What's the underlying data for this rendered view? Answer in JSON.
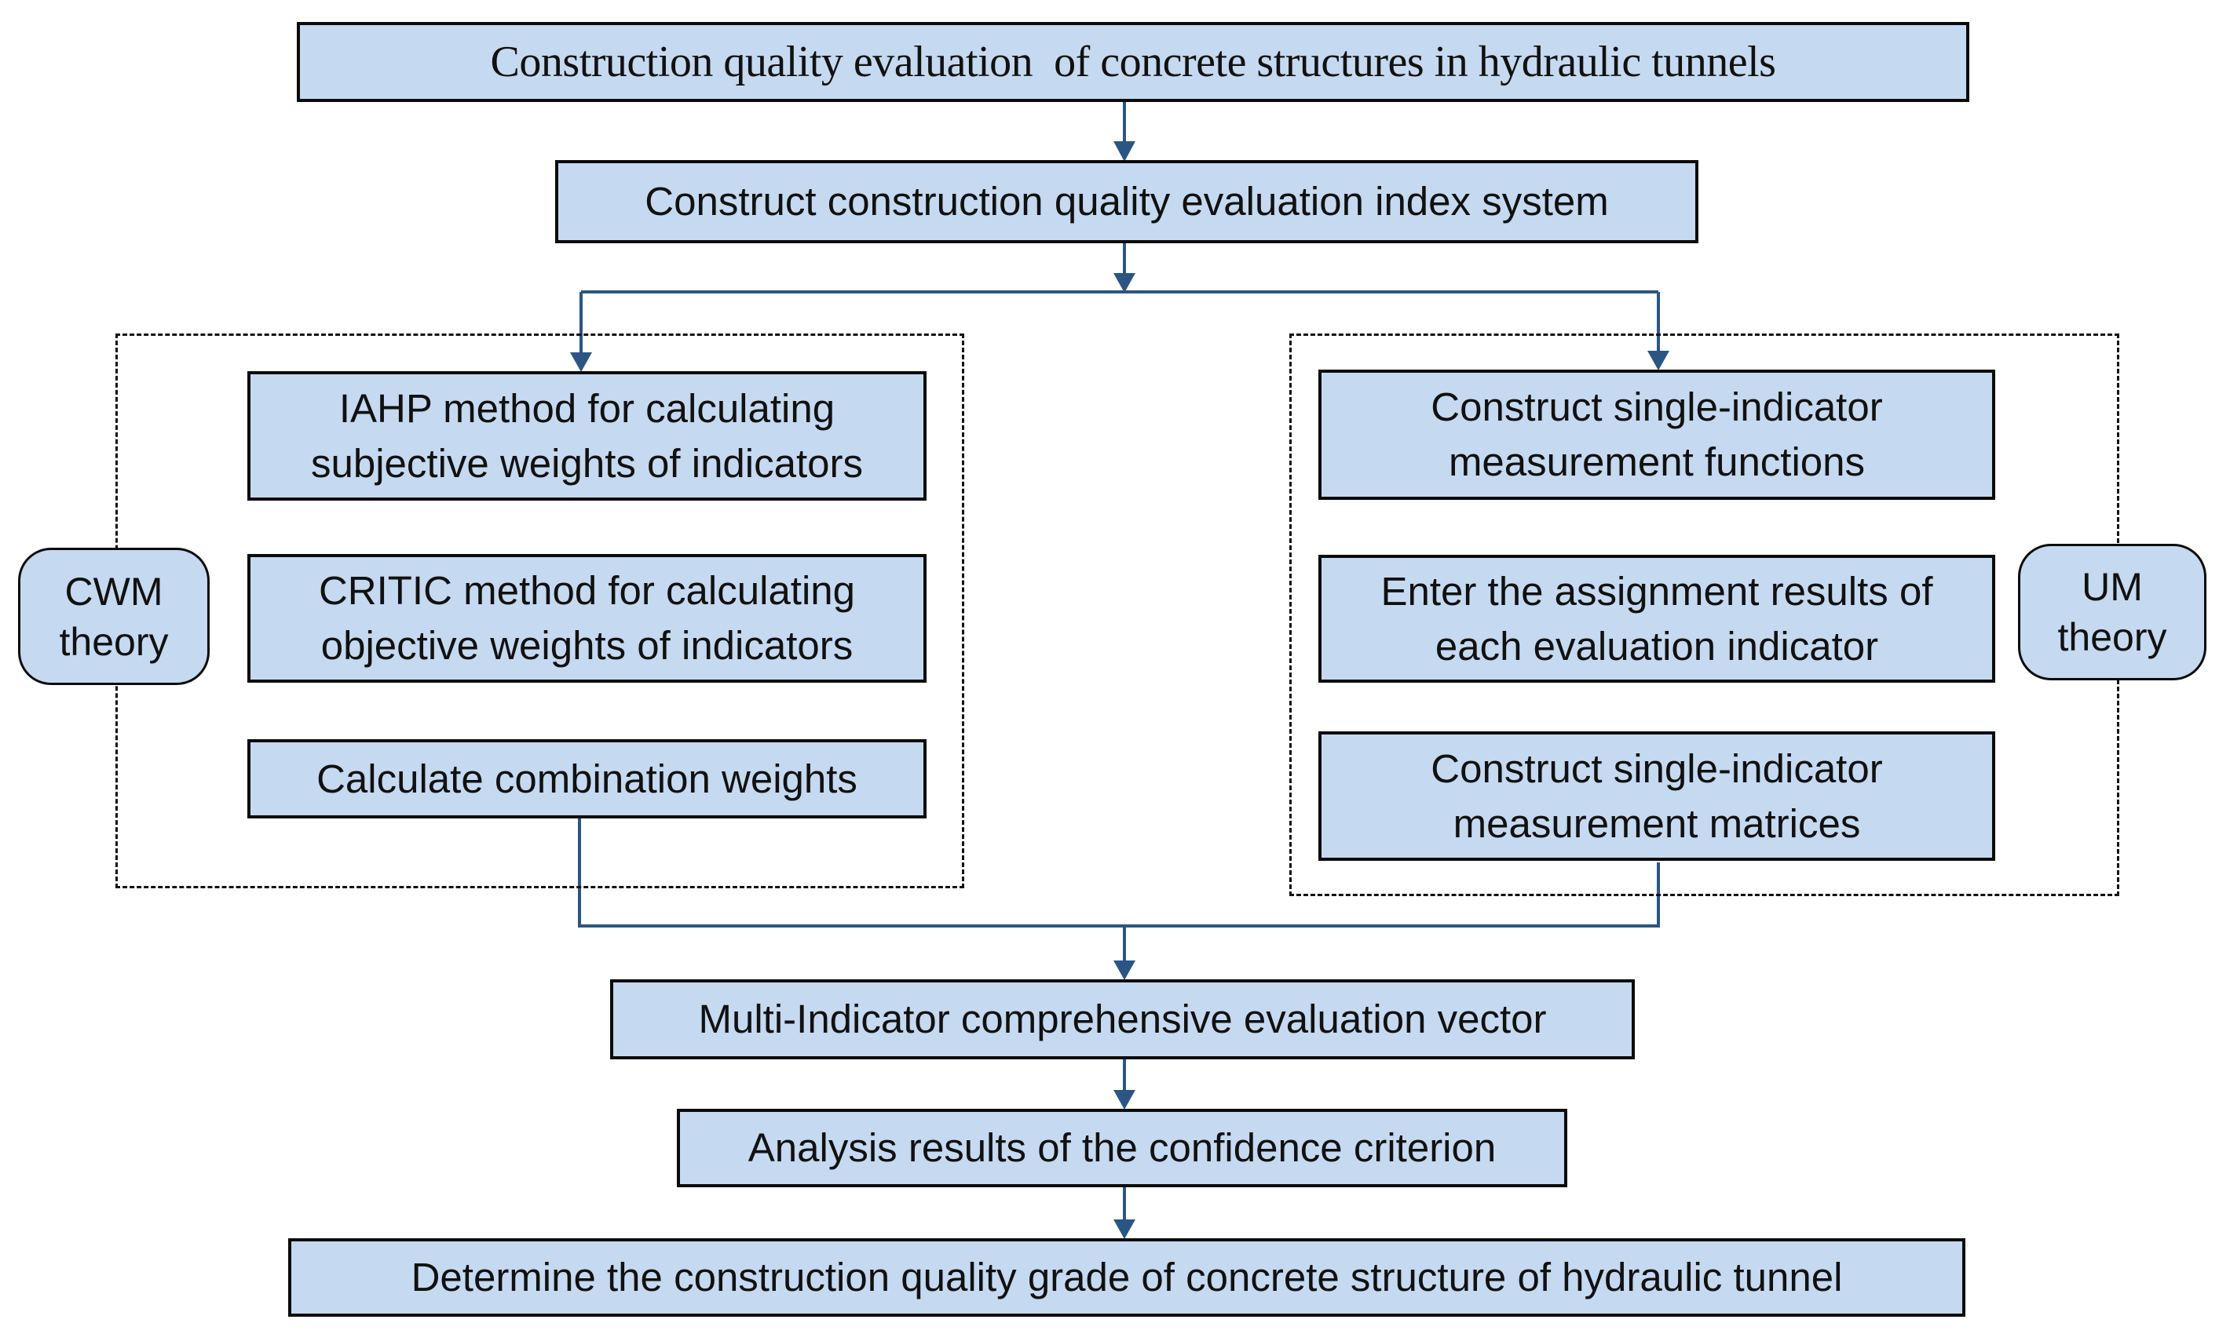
{
  "palette": {
    "node_fill": "#c5d9f0",
    "node_border": "#0b0b0b",
    "connector": "#2b5683",
    "frame_dash": "#111111",
    "background": "#ffffff"
  },
  "nodes": {
    "top_title": "Construction quality evaluation  of concrete structures in hydraulic tunnels",
    "index_system": "Construct construction quality evaluation index system",
    "iahp": {
      "line1": "IAHP method for calculating",
      "line2": "subjective weights of indicators"
    },
    "critic": {
      "line1": "CRITIC method for calculating",
      "line2": "objective weights of indicators"
    },
    "combination": "Calculate combination weights",
    "functions": {
      "line1": "Construct single-indicator",
      "line2": "measurement functions"
    },
    "assignment": {
      "line1": "Enter the assignment results of",
      "line2": "each evaluation indicator"
    },
    "matrices": {
      "line1": "Construct single-indicator",
      "line2": "measurement matrices"
    },
    "cwm_label": {
      "line1": "CWM",
      "line2": "theory"
    },
    "um_label": {
      "line1": "UM",
      "line2": "theory"
    },
    "evaluation_vector": "Multi-Indicator comprehensive evaluation vector",
    "confidence": "Analysis results of the confidence criterion",
    "final_grade": "Determine the construction quality grade of concrete structure of hydraulic tunnel"
  }
}
